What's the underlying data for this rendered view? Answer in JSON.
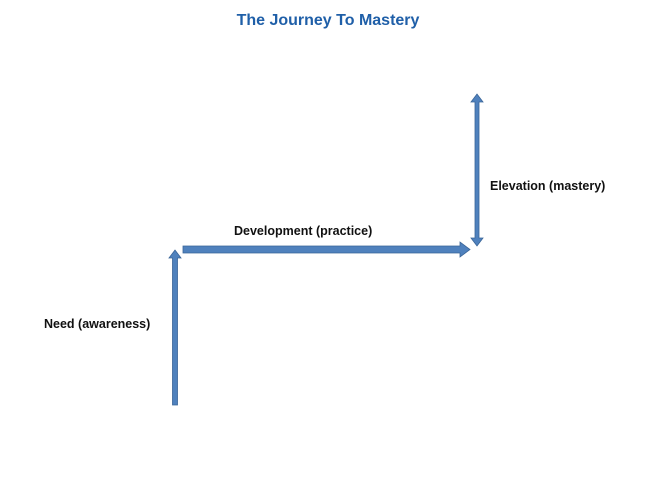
{
  "title": "The Journey To Mastery",
  "stages": [
    {
      "label": "Need (awareness)"
    },
    {
      "label": "Development (practice)"
    },
    {
      "label": "Elevation (mastery)"
    }
  ],
  "colors": {
    "title": "#1f5fa8",
    "arrow_fill": "#4f81bd",
    "arrow_stroke": "#3a6598",
    "label": "#111111"
  }
}
